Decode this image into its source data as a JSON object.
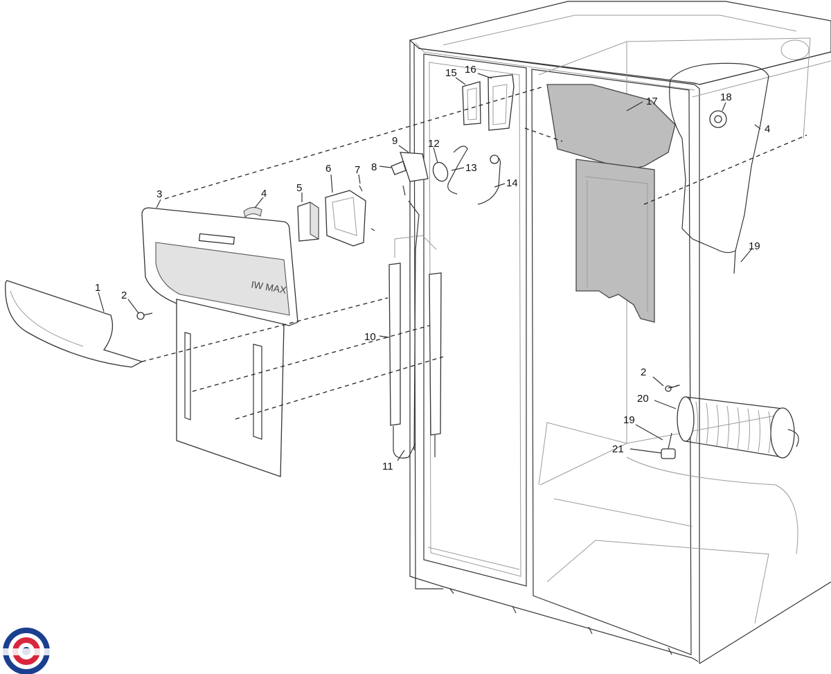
{
  "callouts": {
    "c1": "1",
    "c2a": "2",
    "c2b": "2",
    "c3": "3",
    "c4a": "4",
    "c4b": "4",
    "c5": "5",
    "c6": "6",
    "c7": "7",
    "c8": "8",
    "c9": "9",
    "c10": "10",
    "c11": "11",
    "c12": "12",
    "c13": "13",
    "c14": "14",
    "c15": "15",
    "c16": "16",
    "c17": "17",
    "c18": "18",
    "c19a": "19",
    "c19b": "19",
    "c20": "20",
    "c21": "21"
  },
  "cover_label": "IW MAX",
  "logo": {
    "colors": [
      "#d7263d",
      "#1b3f8f",
      "#ffffff"
    ]
  }
}
